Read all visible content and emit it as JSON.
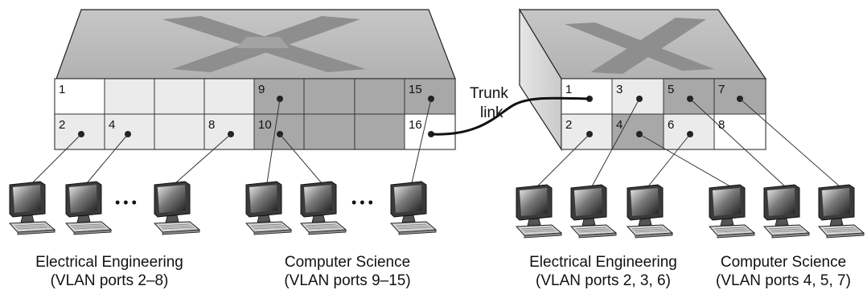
{
  "trunk": {
    "line1": "Trunk",
    "line2": "link"
  },
  "switch1": {
    "port_labels": [
      "1",
      "2",
      "4",
      "8",
      "9",
      "10",
      "15",
      "16"
    ]
  },
  "switch2": {
    "port_labels": [
      "1",
      "3",
      "5",
      "7",
      "2",
      "4",
      "6",
      "8"
    ]
  },
  "ellipsis": "•••",
  "captions": {
    "ee1": {
      "title": "Electrical Engineering",
      "sub": "(VLAN ports 2–8)"
    },
    "cs1": {
      "title": "Computer Science",
      "sub": "(VLAN ports 9–15)"
    },
    "ee2": {
      "title": "Electrical Engineering",
      "sub": "(VLAN ports 2, 3, 6)"
    },
    "cs2": {
      "title": "Computer Science",
      "sub": "(VLAN ports 4, 5, 7)"
    }
  },
  "colors": {
    "ee_port": "#ebebeb",
    "cs_port": "#a8a8a8",
    "white_port": "#ffffff",
    "switch_top": "#bdbdbd",
    "switch_side": "#d9d9d9",
    "x_shape": "#8e8e8e"
  },
  "icons": [
    "switch-icon",
    "computer-icon"
  ]
}
